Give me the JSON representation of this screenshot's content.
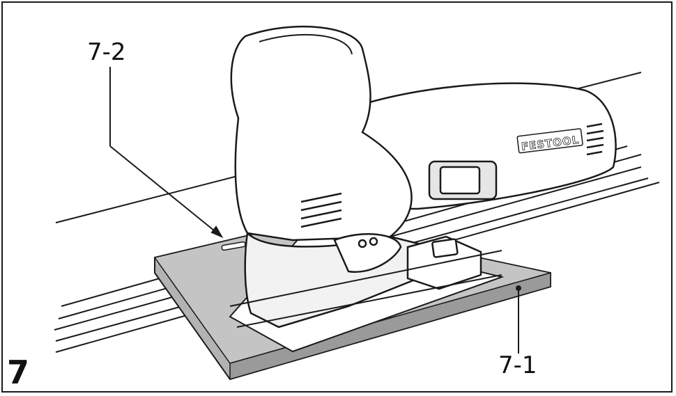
{
  "figure": {
    "number": "7",
    "callouts": [
      {
        "id": "7-2",
        "label": "7-2"
      },
      {
        "id": "7-1",
        "label": "7-1"
      }
    ],
    "brand_text": "FESTOOL"
  },
  "colors": {
    "plate_fill": "#b3b3b3",
    "plate_edge": "#8f8f8f",
    "tool_fill": "#ffffff",
    "tool_shade": "#d9d9d9",
    "ink": "#1a1a1a"
  }
}
